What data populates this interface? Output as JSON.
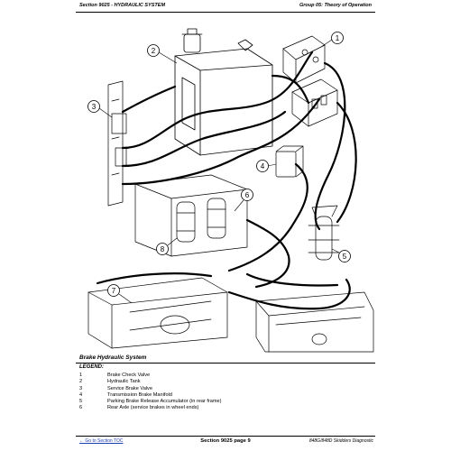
{
  "header": {
    "section": "Section 9025 - HYDRAULIC SYSTEM",
    "group": "Group 05: Theory of Operation"
  },
  "diagram": {
    "callouts": [
      "1",
      "2",
      "3",
      "4",
      "5",
      "6",
      "7",
      "8"
    ]
  },
  "caption": "Brake Hydraulic System",
  "legend": {
    "title": "LEGEND:",
    "items": [
      {
        "num": "1",
        "desc": "Brake Check Valve"
      },
      {
        "num": "2",
        "desc": "Hydraulic Tank"
      },
      {
        "num": "3",
        "desc": "Service Brake Valve"
      },
      {
        "num": "4",
        "desc": "Transmission Brake Manifold"
      },
      {
        "num": "5",
        "desc": "Parking Brake Release Accumulator (in rear frame)"
      },
      {
        "num": "6",
        "desc": "Rear Axle (service brakes in wheel ends)"
      }
    ]
  },
  "footer": {
    "link": "← Go to Section TOC",
    "page": "Section 9025 page 9",
    "doc": "848G/848D Skidders Diagnostic"
  }
}
